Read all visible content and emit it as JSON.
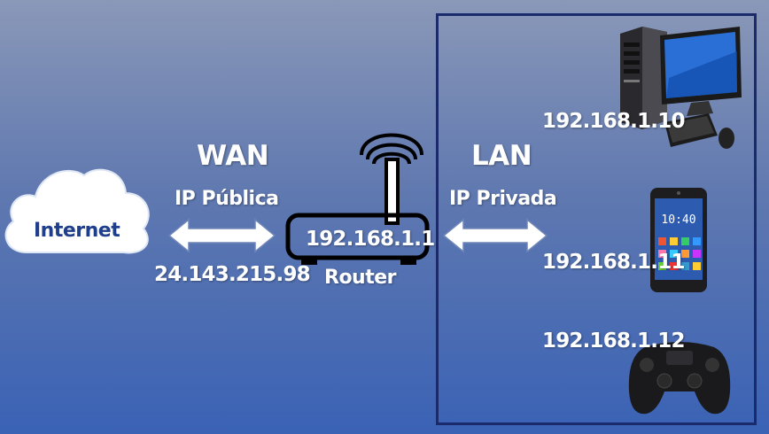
{
  "wan": {
    "title": "WAN",
    "ip_type": "IP Pública",
    "ip": "24.143.215.98"
  },
  "lan": {
    "title": "LAN",
    "ip_type": "IP Privada"
  },
  "internet": {
    "label": "Internet"
  },
  "router": {
    "ip": "192.168.1.1",
    "label": "Router"
  },
  "devices": {
    "pc": {
      "ip": "192.168.1.10",
      "icon": "desktop-computer-icon"
    },
    "phone": {
      "ip": "192.168.1.11",
      "icon": "smartphone-icon",
      "clock": "10:40"
    },
    "console": {
      "ip": "192.168.1.12",
      "icon": "gamepad-icon"
    }
  },
  "colors": {
    "lan_border": "#1a2a6a",
    "text": "#ffffff",
    "internet_text": "#1f3f8c"
  }
}
